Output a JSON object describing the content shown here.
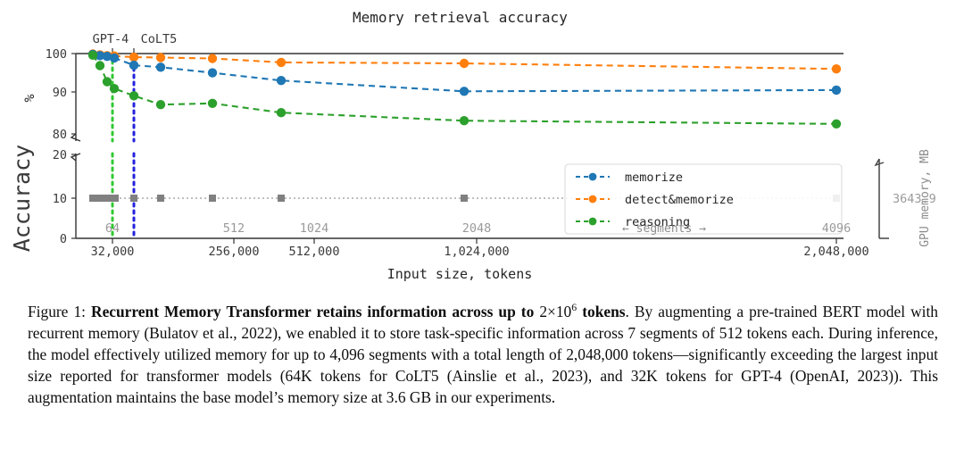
{
  "figure": {
    "title": "Memory retrieval accuracy",
    "axis": {
      "top_ylabel": "%",
      "left_ylabel": "Accuracy",
      "right_ylabel": "GPU memory, MB",
      "xlabel": "Input size, tokens",
      "segments_label": "← segments →",
      "top_yticks": [
        "80",
        "90",
        "100"
      ],
      "bottom_yticks": [
        "0",
        "10",
        "20"
      ],
      "right_ytick": "3643.9",
      "segment_ticks": [
        "64",
        "512",
        "1024",
        "2048",
        "4096"
      ],
      "token_ticks": [
        "32,000",
        "256,000",
        "512,000",
        "1,024,000",
        "2,048,000"
      ]
    },
    "annotations": [
      {
        "name": "gpt-4",
        "label": "GPT-4",
        "color": "#32c832"
      },
      {
        "name": "colt5",
        "label": "CoLT5",
        "color": "#2222dd"
      }
    ],
    "legend": [
      {
        "label": "memorize",
        "color": "#1f77b4"
      },
      {
        "label": "detect&memorize",
        "color": "#ff7f0e"
      },
      {
        "label": "reasoning",
        "color": "#2ca02c"
      }
    ]
  },
  "chart_data": {
    "type": "line",
    "title": "Memory retrieval accuracy",
    "xlabel": "Input size, tokens",
    "ylabel": "Accuracy, %",
    "ylim_top": [
      80,
      100
    ],
    "ylim_bottom": [
      0,
      20
    ],
    "broken_axis": true,
    "grid": false,
    "legend_position": "center-right",
    "x_segments": [
      7,
      15,
      31,
      63,
      64,
      128,
      256,
      512,
      1024,
      2048,
      4096
    ],
    "x_tick_segments": [
      64,
      512,
      1024,
      2048,
      4096
    ],
    "x_tick_tokens": [
      "32,000",
      "256,000",
      "512,000",
      "1,024,000",
      "2,048,000"
    ],
    "series": [
      {
        "name": "memorize",
        "color": "#1f77b4",
        "x": [
          7,
          15,
          31,
          63,
          128,
          256,
          512,
          1024,
          2048,
          4096
        ],
        "values": [
          99.8,
          99.5,
          99.3,
          98.9,
          97.1,
          96.6,
          95.2,
          93.3,
          90.6,
          90.9
        ]
      },
      {
        "name": "detect&memorize",
        "color": "#ff7f0e",
        "x": [
          7,
          15,
          31,
          63,
          128,
          256,
          512,
          1024,
          2048,
          4096
        ],
        "values": [
          99.9,
          99.8,
          99.6,
          99.4,
          99.1,
          99.0,
          98.8,
          97.8,
          97.7,
          96.4
        ]
      },
      {
        "name": "reasoning",
        "color": "#2ca02c",
        "x": [
          7,
          15,
          31,
          63,
          128,
          256,
          512,
          1024,
          2048,
          4096
        ],
        "values": [
          99.6,
          97.0,
          93.0,
          91.3,
          89.5,
          87.3,
          87.6,
          85.3,
          83.3,
          82.5
        ]
      },
      {
        "name": "GPU memory, MB",
        "color": "#808080",
        "axis": "right",
        "x": [
          7,
          15,
          31,
          63,
          128,
          256,
          512,
          1024,
          2048,
          4096
        ],
        "values": [
          3643.9,
          3643.9,
          3643.9,
          3643.9,
          3643.9,
          3643.9,
          3643.9,
          3643.9,
          3643.9,
          3643.9
        ]
      }
    ],
    "vlines": [
      {
        "name": "GPT-4",
        "segments": 64,
        "tokens": 32000,
        "color": "#32c832"
      },
      {
        "name": "CoLT5",
        "segments": 128,
        "tokens": 64000,
        "color": "#2222dd"
      }
    ]
  },
  "caption": {
    "prefix": "Figure 1:",
    "bold_lead": "Recurrent Memory Transformer retains information across up to",
    "math_base": "2×10",
    "math_exp": "6",
    "bold_tail": "tokens",
    "body": ". By augmenting a pre-trained BERT model with recurrent memory (Bulatov et al., 2022), we enabled it to store task-specific information across 7 segments of 512 tokens each. During inference, the model effectively utilized memory for up to 4,096 segments with a total length of 2,048,000 tokens—significantly exceeding the largest input size reported for transformer models (64K tokens for CoLT5 (Ainslie et al., 2023), and 32K tokens for GPT-4 (OpenAI, 2023)). This augmentation maintains the base model’s memory size at 3.6 GB in our experiments."
  }
}
